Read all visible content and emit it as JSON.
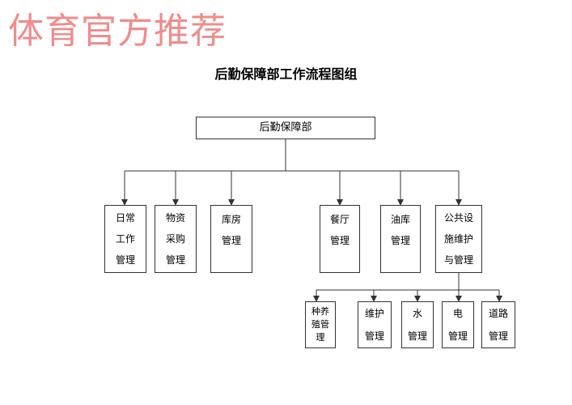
{
  "watermark": "体育官方推荐",
  "title": "后勤保障部工作流程图组",
  "root": {
    "label": "后勤保障部"
  },
  "departments": [
    {
      "key": "daily",
      "lines": [
        "日常",
        "工作",
        "管理"
      ]
    },
    {
      "key": "purchase",
      "lines": [
        "物资",
        "采购",
        "管理"
      ]
    },
    {
      "key": "warehouse",
      "lines": [
        "库房",
        "管理"
      ]
    },
    {
      "key": "canteen",
      "lines": [
        "餐厅",
        "管理"
      ]
    },
    {
      "key": "oil",
      "lines": [
        "油库",
        "管理"
      ]
    },
    {
      "key": "public",
      "lines": [
        "公共设",
        "施维护",
        "与管理"
      ]
    }
  ],
  "subunits": [
    {
      "key": "breeding",
      "lines": [
        "种养",
        "殖管",
        "理"
      ]
    },
    {
      "key": "maintenance",
      "lines": [
        "维护",
        "管理"
      ]
    },
    {
      "key": "water",
      "lines": [
        "水",
        "管理"
      ]
    },
    {
      "key": "electric",
      "lines": [
        "电",
        "管理"
      ]
    },
    {
      "key": "road",
      "lines": [
        "道路",
        "管理"
      ]
    }
  ],
  "colors": {
    "watermark": "#f08c8c",
    "line": "#333333"
  }
}
